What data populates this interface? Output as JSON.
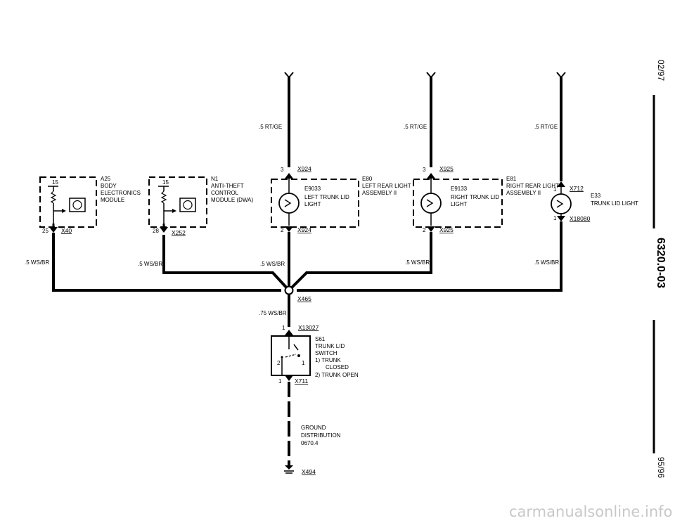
{
  "wire_labels": {
    "feed_left": ".5 RT/GE",
    "feed_mid": ".5 RT/GE",
    "feed_right": ".5 RT/GE",
    "ground_a25": ".5 WS/BR",
    "ground_n1": ".5 WS/BR",
    "ground_e80": ".5 WS/BR",
    "ground_e81": ".5 WS/BR",
    "ground_e33": ".5 WS/BR",
    "ground_main": ".75 WS/BR"
  },
  "components": {
    "a25": {
      "id": "A25",
      "lines": [
        "BODY",
        "ELECTRONICS",
        "MODULE"
      ],
      "pin_top": "15",
      "pin_bottom": "25",
      "connector": "X40"
    },
    "n1": {
      "id": "N1",
      "lines": [
        "ANTI-THEFT",
        "CONTROL",
        "MODULE (DWA)"
      ],
      "pin_top": "15",
      "pin_bottom": "28",
      "connector": "X252"
    },
    "e80": {
      "id": "E80",
      "lines": [
        "LEFT REAR LIGHT",
        "ASSEMBLY II"
      ],
      "inner_id": "E9033",
      "inner_lines": [
        "LEFT TRUNK LID",
        "LIGHT"
      ],
      "pin_top": "3",
      "conn_top": "X924",
      "pin_bottom": "2",
      "conn_bottom": "X924"
    },
    "e81": {
      "id": "E81",
      "lines": [
        "RIGHT REAR LIGHT",
        "ASSEMBLY II"
      ],
      "inner_id": "E9133",
      "inner_lines": [
        "RIGHT TRUNK LID",
        "LIGHT"
      ],
      "pin_top": "3",
      "conn_top": "X925",
      "pin_bottom": "2",
      "conn_bottom": "X925"
    },
    "e33": {
      "id": "E33",
      "lines": [
        "TRUNK LID LIGHT"
      ],
      "pin_top": "1",
      "conn_top": "X712",
      "pin_bottom": "1",
      "conn_bottom": "X18080"
    },
    "s61": {
      "id": "S61",
      "lines": [
        "TRUNK LID",
        "SWITCH"
      ],
      "states": [
        "1)  TRUNK",
        "CLOSED",
        "2)  TRUNK OPEN"
      ],
      "pin_top": "1",
      "conn_top": "X13027",
      "pin_bottom": "1",
      "conn_bottom": "X711",
      "pos_2": "2",
      "pos_1": "1"
    }
  },
  "splice": "X465",
  "ground": {
    "lines": [
      "GROUND",
      "DISTRIBUTION",
      "0670.4"
    ],
    "connector": "X494"
  },
  "side": {
    "date_top": "02/97",
    "code": "6320.0-03",
    "date_bottom": "95/96"
  },
  "watermark": "carmanualsonline.info"
}
